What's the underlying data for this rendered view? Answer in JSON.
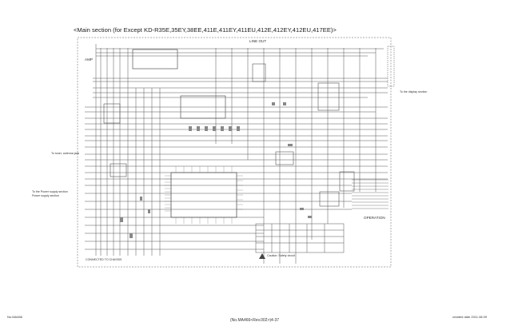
{
  "title": "<Main section (for Except KD-R35E,35EY,38EE,411E,411EY,411EU,412E,412EY,412EU,417EE)>",
  "labels": {
    "line_out": "LINE OUT",
    "amp": "AMP",
    "operation": "OPERATION",
    "tuner_note": "To tuner, antenna jack",
    "power_block_note": "To the Power supply section",
    "power_block_note2": "Power supply section",
    "chassis_note": "CONNECTED TO CHASSIS",
    "caution_note": "Caution: Safety circuit",
    "right_note": "To the display section"
  },
  "footer": {
    "left": "No.MA466",
    "center": "(No.MA466<Rev.002>)4-37",
    "right": "created date 2011.08.09"
  }
}
